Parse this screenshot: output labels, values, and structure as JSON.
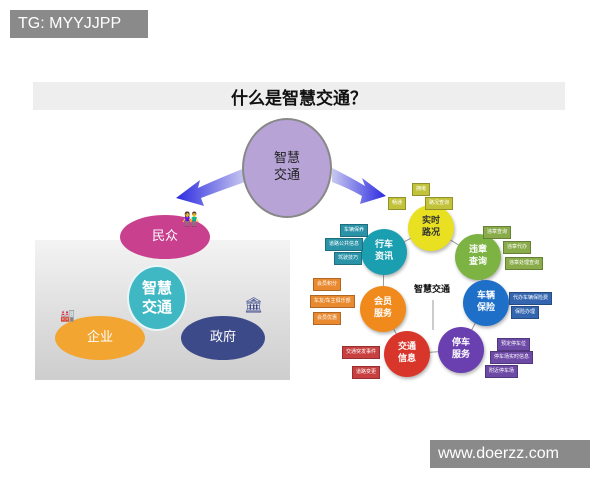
{
  "watermark_top": "TG: MYYJJPP",
  "watermark_bottom": "www.doerzz.com",
  "title": "什么是智慧交通？",
  "center_bubble": {
    "line1": "智慧",
    "line2": "交通"
  },
  "left": {
    "people": "民众",
    "core_line1": "智慧",
    "core_line2": "交通",
    "enterprise": "企业",
    "government": "政府",
    "colors": {
      "people": "#c8408e",
      "core": "#3fb8c4",
      "enterprise": "#f2a531",
      "government": "#3d4a8a"
    }
  },
  "right": {
    "hub": "智慧交通",
    "nodes": [
      {
        "label1": "实时",
        "label2": "路况",
        "color": "#e8e020",
        "text": "#333",
        "tags": [
          "拥堵",
          "畅通",
          "路况查询"
        ],
        "tagcolor": "#c2c23a"
      },
      {
        "label1": "违章",
        "label2": "查询",
        "color": "#7cb342",
        "text": "#fff",
        "tags": [
          "违章查询",
          "违章代办",
          "违章处理查询"
        ],
        "tagcolor": "#8aab4a"
      },
      {
        "label1": "车辆",
        "label2": "保险",
        "color": "#1e6fc8",
        "text": "#fff",
        "tags": [
          "代办车辆保险费",
          "保险办理"
        ],
        "tagcolor": "#3466b0"
      },
      {
        "label1": "停车",
        "label2": "服务",
        "color": "#6a3fb0",
        "text": "#fff",
        "tags": [
          "预定停车位",
          "停车场实时信息",
          "附近停车场"
        ],
        "tagcolor": "#6d4aa6"
      },
      {
        "label1": "交通",
        "label2": "信息",
        "color": "#d9362b",
        "text": "#fff",
        "tags": [
          "交通突发事件",
          "道路变更"
        ],
        "tagcolor": "#c84040"
      },
      {
        "label1": "会员",
        "label2": "服务",
        "color": "#f08a1c",
        "text": "#fff",
        "tags": [
          "会员积分",
          "车友/车主俱乐部",
          "会员优惠"
        ],
        "tagcolor": "#e98a30"
      },
      {
        "label1": "行车",
        "label2": "资讯",
        "color": "#1a9fb0",
        "text": "#fff",
        "tags": [
          "车辆保养",
          "道路公共信息",
          "驾驶技巧"
        ],
        "tagcolor": "#2a93a8"
      }
    ]
  }
}
